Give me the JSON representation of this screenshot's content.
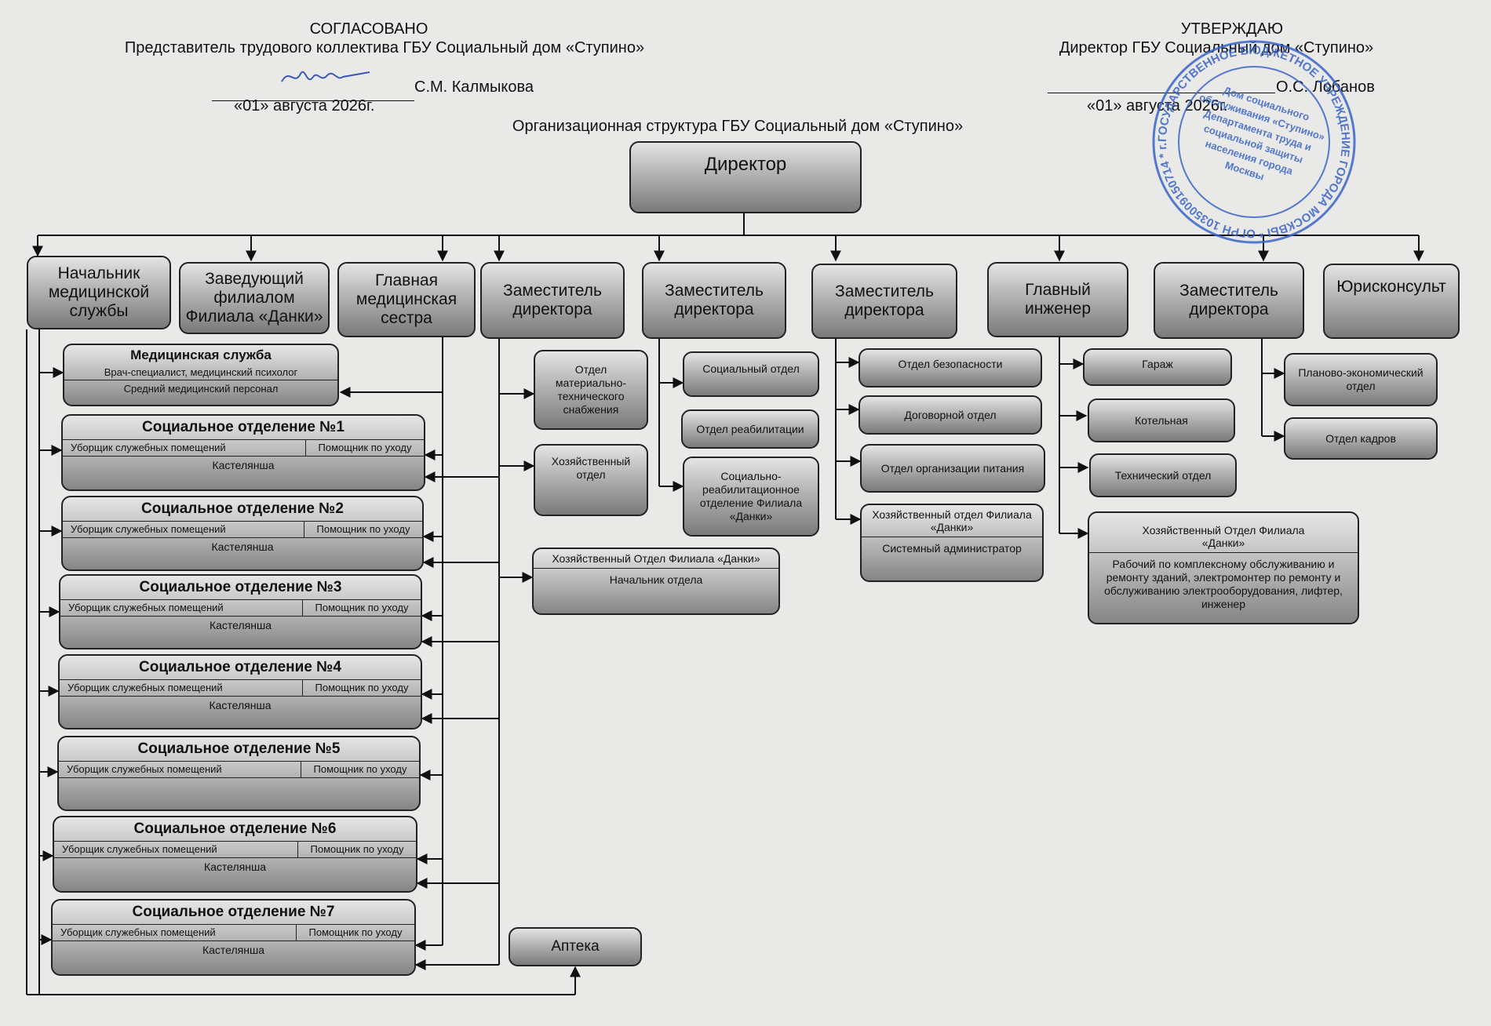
{
  "header": {
    "agreed_label": "СОГЛАСОВАНО",
    "agreed_org": "Представитель трудового коллектива ГБУ Социальный дом «Ступино»",
    "agreed_name": "С.М. Калмыкова",
    "agreed_date": "«01» августа 2026г.",
    "approved_label": "УТВЕРЖДАЮ",
    "approved_org": "Директор ГБУ Социальный дом «Ступино»",
    "approved_name": "О.С. Лобанов",
    "approved_date": "«01» августа 2026г.",
    "title": "Организационная структура ГБУ Социальный дом «Ступино»"
  },
  "stamp": {
    "outer_text": "ГОСУДАРСТВЕННОЕ БЮДЖЕТНОЕ УЧРЕЖДЕНИЕ ГОРОДА МОСКВЫ * ОГРН 1035009150714 * г. Москва *",
    "inner_lines": [
      "Дом социального",
      "обслуживания «Ступино»",
      "Департамента труда и",
      "социальной защиты",
      "населения города",
      "Москвы"
    ],
    "color": "#3a64c8"
  },
  "director": "Директор",
  "top_row": [
    "Начальник медицинской службы",
    "Заведующий филиалом Филиала «Данки»",
    "Главная медицинская сестра",
    "Заместитель директора",
    "Заместитель директора",
    "Заместитель директора",
    "Главный инженер",
    "Заместитель директора",
    "Юрисконсульт"
  ],
  "medical_service": {
    "title": "Медицинская служба",
    "line1": "Врач-специалист, медицинский психолог",
    "line2": "Средний медицинский персонал"
  },
  "social_departments": [
    {
      "title": "Социальное отделение №1",
      "cleaner": "Уборщик служебных помещений",
      "helper": "Помощник по уходу",
      "linen": "Кастелянша"
    },
    {
      "title": "Социальное отделение №2",
      "cleaner": "Уборщик служебных помещений",
      "helper": "Помощник по уходу",
      "linen": "Кастелянша"
    },
    {
      "title": "Социальное отделение №3",
      "cleaner": "Уборщик служебных помещений",
      "helper": "Помощник по уходу",
      "linen": "Кастелянша"
    },
    {
      "title": "Социальное отделение №4",
      "cleaner": "Уборщик служебных помещений",
      "helper": "Помощник по уходу",
      "linen": "Кастелянша"
    },
    {
      "title": "Социальное отделение №5",
      "cleaner": "Уборщик служебных помещений",
      "helper": "Помощник по уходу",
      "linen": ""
    },
    {
      "title": "Социальное отделение №6",
      "cleaner": "Уборщик служебных помещений",
      "helper": "Помощник по уходу",
      "linen": "Кастелянша"
    },
    {
      "title": "Социальное отделение №7",
      "cleaner": "Уборщик служебных помещений",
      "helper": "Помощник по уходу",
      "linen": "Кастелянша"
    }
  ],
  "deputy1_units": [
    "Отдел материально-технического снабжения",
    "Хозяйственный отдел"
  ],
  "danki_econ": {
    "title": "Хозяйственный Отдел Филиала «Данки»",
    "sub": "Начальник отдела"
  },
  "pharmacy": "Аптека",
  "deputy2_units": [
    "Социальный отдел",
    "Отдел реабилитации",
    "Социально-реабилитационное отделение Филиала «Данки»"
  ],
  "deputy3_units": [
    "Отдел безопасности",
    "Договорной отдел",
    "Отдел организации питания"
  ],
  "deputy3_danki": {
    "title": "Хозяйственный отдел Филиала «Данки»",
    "sub": "Системный администратор"
  },
  "engineer_units": [
    "Гараж",
    "Котельная",
    "Технический отдел"
  ],
  "engineer_danki": {
    "title": "Хозяйственный Отдел Филиала «Данки»",
    "sub": "Рабочий по комплексному обслуживанию и ремонту зданий, электромонтер по ремонту и обслуживанию электрооборудования, лифтер, инженер"
  },
  "deputy4_units": [
    "Планово-экономический отдел",
    "Отдел кадров"
  ]
}
